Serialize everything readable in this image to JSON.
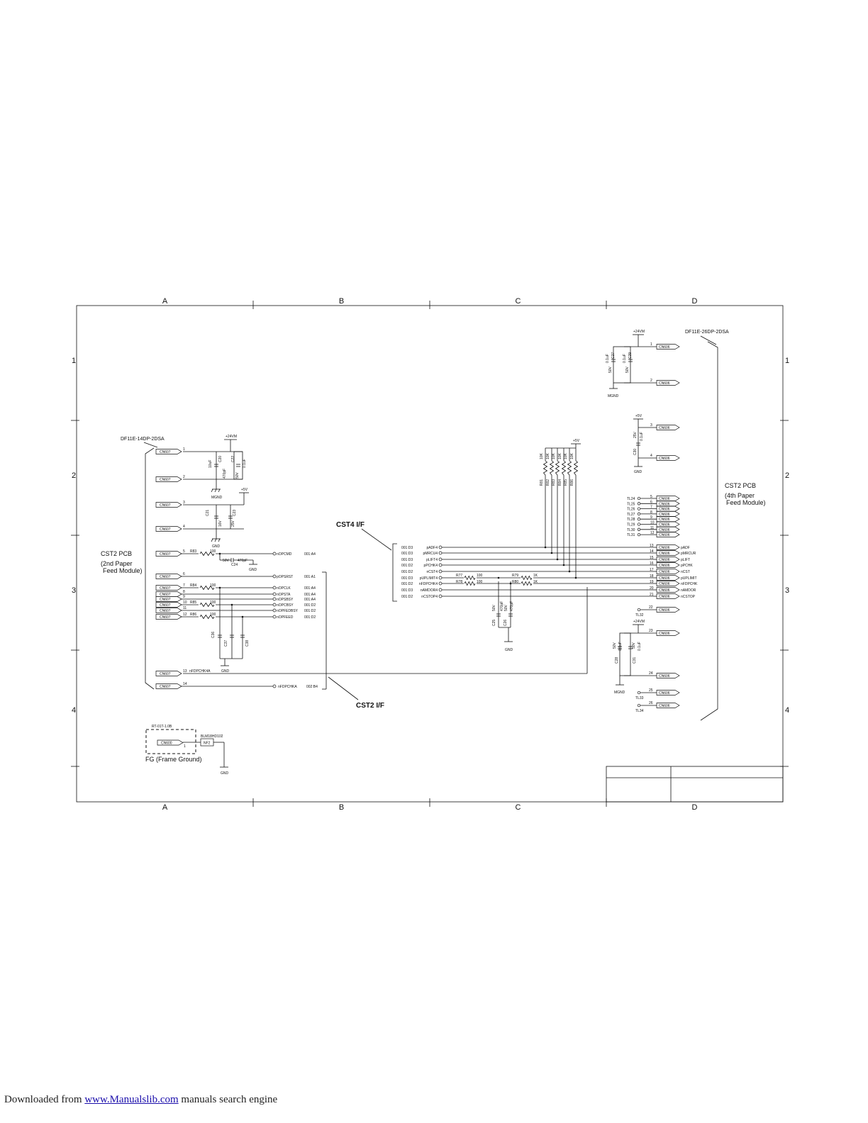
{
  "grid": {
    "columns": [
      "A",
      "B",
      "C",
      "D"
    ],
    "rows": [
      "1",
      "2",
      "3",
      "4"
    ]
  },
  "left_section": {
    "connector_type": "DF11E-14DP-2DSA",
    "pcb_label": "CST2 PCB",
    "pcb_sub": [
      "(2nd Paper",
      "Feed Module)"
    ],
    "connector": "CN607",
    "pins": [
      {
        "num": "1",
        "signal": ""
      },
      {
        "num": "2",
        "signal": ""
      },
      {
        "num": "3",
        "signal": ""
      },
      {
        "num": "4",
        "signal": ""
      },
      {
        "num": "5",
        "signal": "nOPCMD",
        "ref": "001:A4",
        "res": "R83",
        "val": "100"
      },
      {
        "num": "6",
        "signal": "pOPSRST",
        "ref": "001:A1"
      },
      {
        "num": "7",
        "signal": "nOPCLK",
        "ref": "001:A4",
        "res": "R84",
        "val": "100"
      },
      {
        "num": "8",
        "signal": "nOPSTA",
        "ref": "001:A4"
      },
      {
        "num": "9",
        "signal": "nOPSBSY",
        "ref": "001:A4"
      },
      {
        "num": "10",
        "signal": "nOPCBSY",
        "ref": "001:D2",
        "res": "R85",
        "val": "100"
      },
      {
        "num": "11",
        "signal": "nOPFEDBSY",
        "ref": "001:D2"
      },
      {
        "num": "12",
        "signal": "nOPFEED",
        "ref": "001:D2",
        "res": "R86",
        "val": "100"
      },
      {
        "num": "13",
        "signal": "nFDPCHK4A",
        "ref": ""
      },
      {
        "num": "14",
        "signal": "nFDPCHKA",
        "ref": "002:B4"
      }
    ],
    "power": {
      "v24": "+24VM",
      "v5": "+5V",
      "mgnd": "MGND",
      "gnd": "GND"
    },
    "caps": [
      "C20",
      "C22",
      "C21",
      "C23",
      "C24",
      "C36",
      "C37",
      "C38"
    ],
    "cap_values": [
      "10uF",
      "0.1uF",
      "470pF",
      "50V",
      "35V",
      "16V",
      "25V"
    ]
  },
  "fg_section": {
    "part": "RT-01T-1.0B",
    "connector": "CN600",
    "filter": "BLM18HD102",
    "filter_ref": "NF2",
    "label": "FG (Frame Ground)",
    "gnd": "GND"
  },
  "middle_section": {
    "cst4_label": "CST4 I/F",
    "cst2_label": "CST2 I/F",
    "bus_signals": [
      {
        "ref": "001:D3",
        "name": "pADF4"
      },
      {
        "ref": "001:D3",
        "name": "pMRCU4"
      },
      {
        "ref": "001:D3",
        "name": "pLIFT4"
      },
      {
        "ref": "001:D2",
        "name": "pPCHK4"
      },
      {
        "ref": "001:D2",
        "name": "nCST4"
      },
      {
        "ref": "001:D3",
        "name": "pUPLIMIT4"
      },
      {
        "ref": "001:D2",
        "name": "nFDPCHK4"
      },
      {
        "ref": "001:D3",
        "name": "nAMDOR4"
      },
      {
        "ref": "001:D2",
        "name": "nCSTOP4"
      }
    ],
    "series_res": [
      {
        "name": "R77",
        "val": "100"
      },
      {
        "name": "R78",
        "val": "100"
      },
      {
        "name": "R79",
        "val": "1K"
      },
      {
        "name": "R80",
        "val": "1K"
      }
    ],
    "pullups": [
      "R81",
      "R82",
      "R83",
      "R84",
      "R85",
      "R86"
    ],
    "pullup_val": "10K",
    "caps": [
      "C25",
      "C26"
    ],
    "cap_val": "470pF",
    "cap_v": "50V",
    "v5": "+5V",
    "gnd": "GND"
  },
  "right_section": {
    "connector_type": "DF11E-26DP-2DSA",
    "pcb_label": "CST2 PCB",
    "pcb_sub": [
      "(4th Paper",
      "Feed Module)"
    ],
    "connector": "CN606",
    "power": {
      "v24": "+24VM",
      "v5": "+5V",
      "mgnd": "MGND",
      "gnd": "GND"
    },
    "tl_pins": [
      {
        "tl": "TL24",
        "num": "5"
      },
      {
        "tl": "TL25",
        "num": "6"
      },
      {
        "tl": "TL26",
        "num": "7"
      },
      {
        "tl": "TL27",
        "num": "8"
      },
      {
        "tl": "TL28",
        "num": "9"
      },
      {
        "tl": "TL29",
        "num": "10"
      },
      {
        "tl": "TL30",
        "num": "11"
      },
      {
        "tl": "TL31",
        "num": "12"
      }
    ],
    "signal_pins": [
      {
        "num": "13",
        "name": "pADF"
      },
      {
        "num": "14",
        "name": "pMRCUR"
      },
      {
        "num": "15",
        "name": "pLIFT"
      },
      {
        "num": "16",
        "name": "pPCHK"
      },
      {
        "num": "17",
        "name": "nCST"
      },
      {
        "num": "18",
        "name": "pUPLIMIT"
      },
      {
        "num": "19",
        "name": "nFDPCHK"
      },
      {
        "num": "20",
        "name": "nAMDOR"
      },
      {
        "num": "21",
        "name": "nCSTOP"
      }
    ],
    "other_pins": [
      {
        "num": "1"
      },
      {
        "num": "2"
      },
      {
        "num": "3"
      },
      {
        "num": "4"
      },
      {
        "num": "22",
        "tl": "TL32"
      },
      {
        "num": "23"
      },
      {
        "num": "24"
      },
      {
        "num": "25",
        "tl": "TL33"
      },
      {
        "num": "26",
        "tl": "TL34"
      }
    ],
    "caps": [
      "C27",
      "C29",
      "C30",
      "C28",
      "C31"
    ],
    "cap_values": [
      "0.1uF",
      "50V",
      "25V"
    ]
  },
  "footer": {
    "prefix": "Downloaded from",
    "link": "www.Manualslib.com",
    "suffix": "manuals search engine"
  }
}
